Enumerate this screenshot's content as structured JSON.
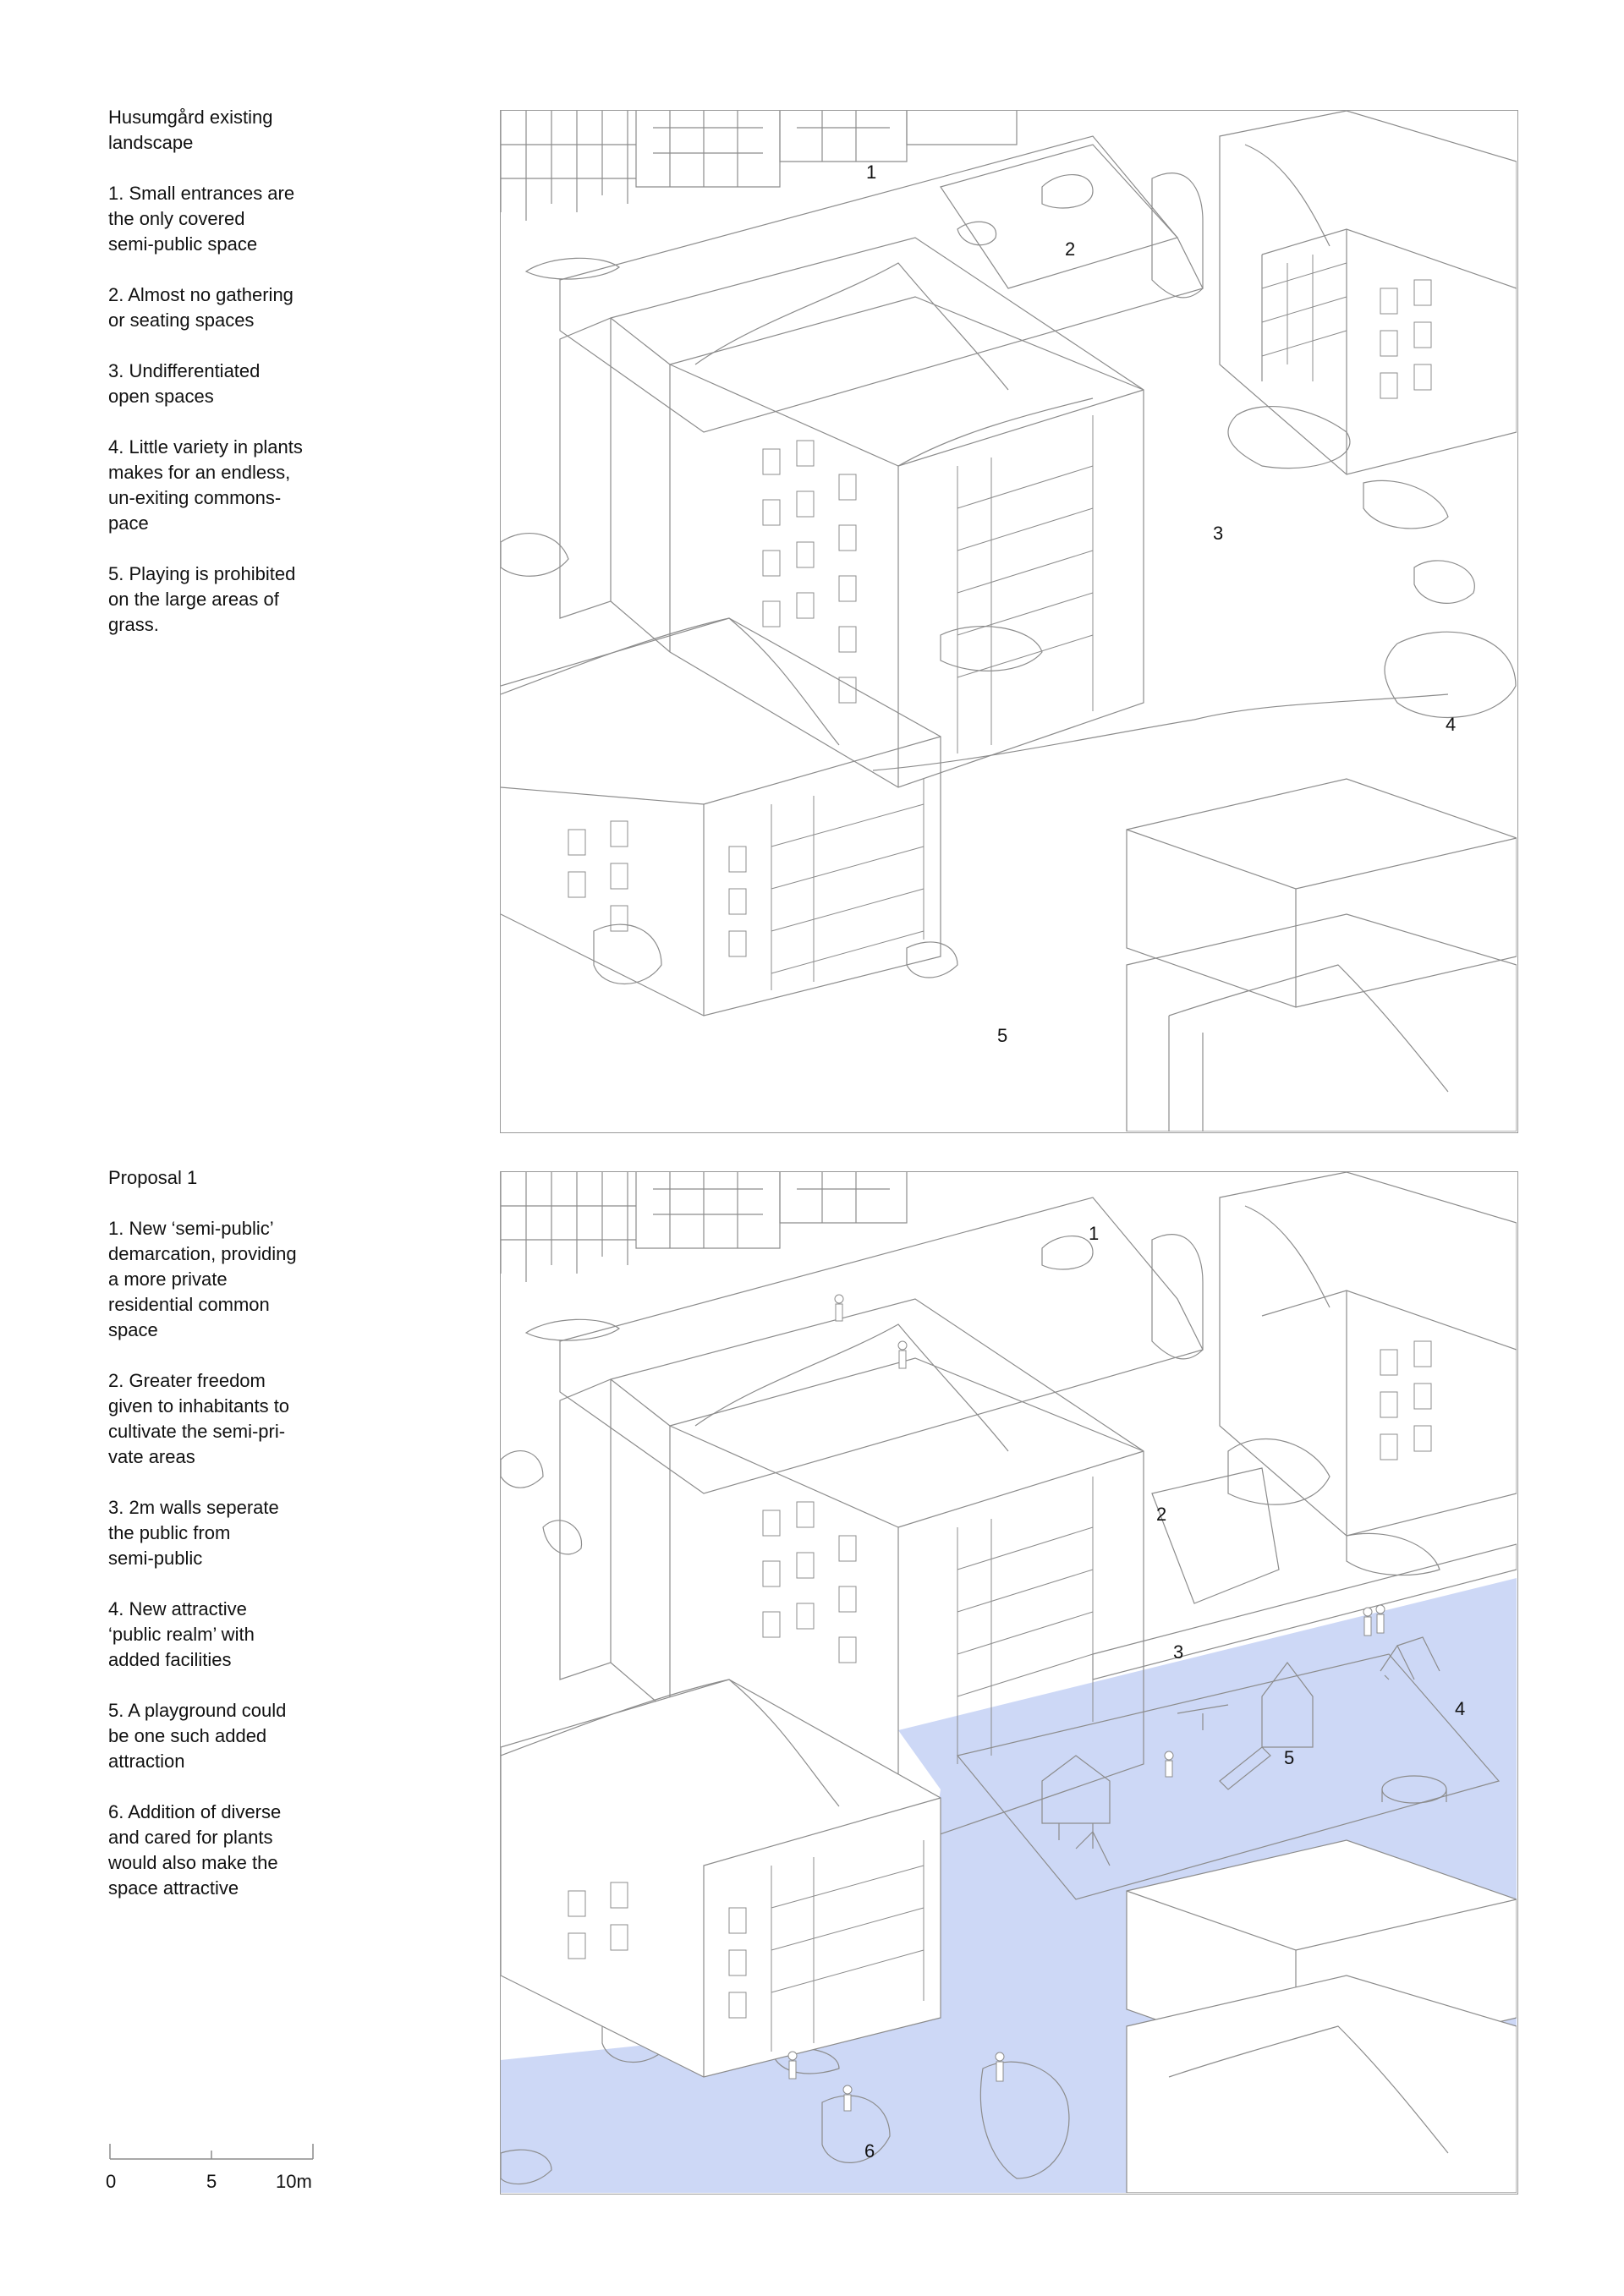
{
  "existing": {
    "title": "Husumgård existing\nlandscape",
    "points": [
      "1. Small entrances are\nthe only covered\nsemi-public space",
      "2. Almost no gathering\nor seating spaces",
      "3. Undifferentiated\nopen spaces",
      "4. Little variety in plants\nmakes for an endless,\nun-exiting commons-\npace",
      "5. Playing is prohibited\non the large areas of\ngrass."
    ],
    "markers": [
      "1",
      "2",
      "3",
      "4",
      "5"
    ]
  },
  "proposal": {
    "title": "Proposal 1",
    "points": [
      "1. New ‘semi-public’\ndemarcation, providing\na more private\nresidential common\nspace",
      "2. Greater freedom\ngiven to inhabitants to\ncultivate the semi-pri-\nvate areas",
      "3. 2m walls seperate\nthe public from\nsemi-public",
      "4. New attractive\n‘public realm’ with\nadded facilities",
      "5. A playground could\nbe one such added\nattraction",
      "6. Addition of diverse\nand cared for plants\nwould also make the\nspace attractive"
    ],
    "markers": [
      "1",
      "2",
      "3",
      "4",
      "5",
      "6"
    ]
  },
  "scale_bar": {
    "labels": [
      "0",
      "5",
      "10m"
    ]
  },
  "colors": {
    "public_realm": "#cdd8f6",
    "line": "#8c8c8c"
  }
}
